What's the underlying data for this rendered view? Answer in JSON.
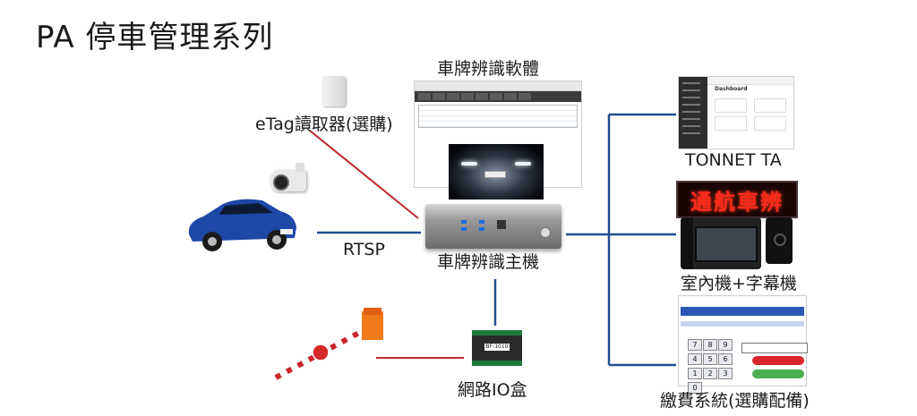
{
  "title": "PA 停車管理系列",
  "nodes": {
    "software": "車牌辨識軟體",
    "reader": "eTag讀取器(選購)",
    "host": "車牌辨識主機",
    "rtsp": "RTSP",
    "tonnet": "TONNET TA",
    "indoor": "室內機+字幕機",
    "io": "網路IO盒",
    "payment": "繳費系統(選購配備)"
  },
  "led_text": "通航車辨",
  "tonnet_dashboard": "Dashboard",
  "payment_keys": [
    "7",
    "8",
    "9",
    "4",
    "5",
    "6",
    "1",
    "2",
    "3",
    "0"
  ],
  "io_model": "BF-1010",
  "colors": {
    "blue_line": "#1f4e8c",
    "red_line": "#c0272d",
    "led_red": "#ff2a1a"
  }
}
